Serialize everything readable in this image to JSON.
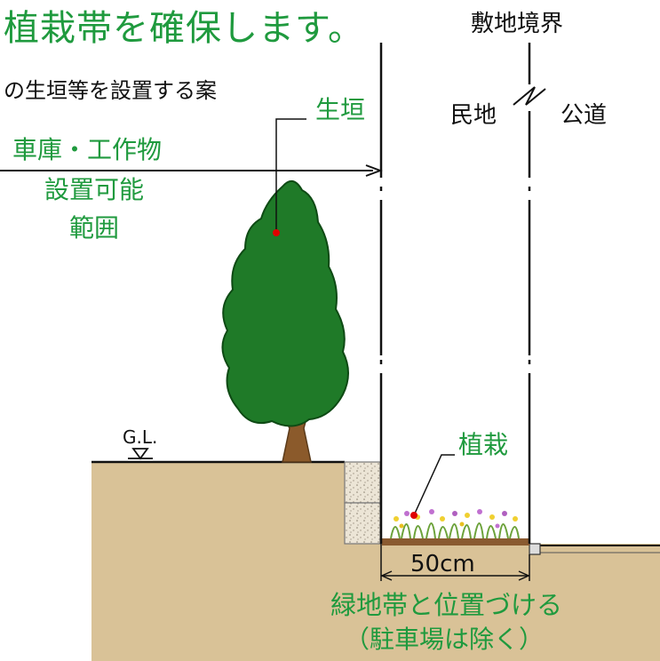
{
  "title": "植栽帯を確保します。",
  "subtitle": "の生垣等を設置する案",
  "labels": {
    "site_boundary": "敷地境界",
    "private_land": "民地",
    "public_road": "公道",
    "hedge": "生垣",
    "buildable_range_line1": "車庫・工作物",
    "buildable_range_line2": "設置可能",
    "buildable_range_line3": "範囲",
    "ground_level": "G.L.",
    "planting": "植栽",
    "width": "50cm",
    "result_line1": "緑地帯と位置づける",
    "result_line2": "（駐車場は除く）"
  },
  "colors": {
    "title_green": "#1f9a3e",
    "tree_green": "#1f7a28",
    "trunk_brown": "#8b5a2b",
    "soil": "#d9c297",
    "marker_red": "#e00000"
  }
}
